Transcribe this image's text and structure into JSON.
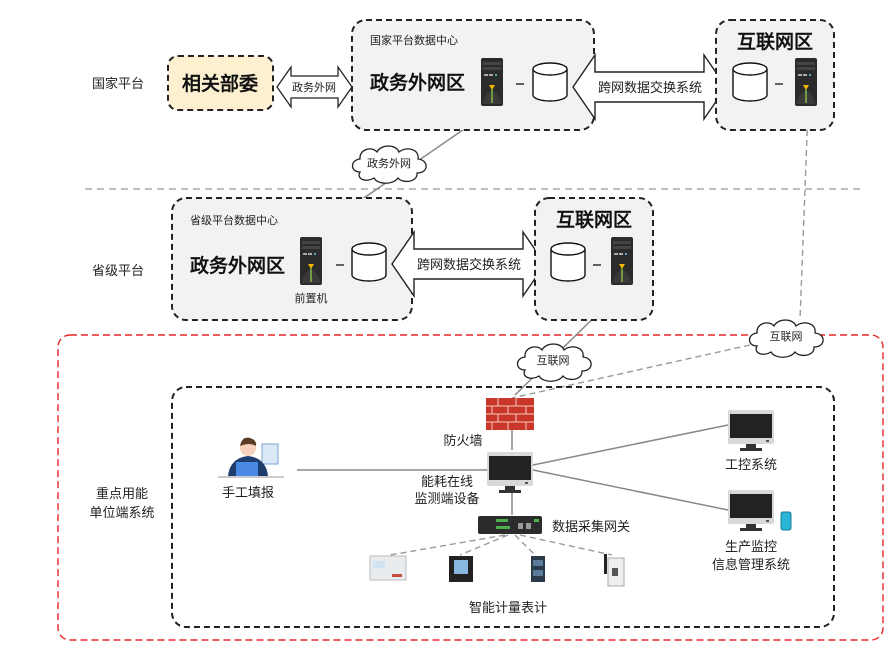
{
  "levels": {
    "national": "国家平台",
    "provincial": "省级平台",
    "unit": [
      "重点用能",
      "单位端系统"
    ]
  },
  "national": {
    "ministry": "相关部委",
    "ministry_link": "政务外网",
    "dc_title": "国家平台数据中心",
    "gov_zone": "政务外网区",
    "exchange": "跨网数据交换系统",
    "internet_zone": "互联网区",
    "cloud": "政务外网"
  },
  "provincial": {
    "dc_title": "省级平台数据中心",
    "gov_zone": "政务外网区",
    "front_server": "前置机",
    "exchange": "跨网数据交换系统",
    "internet_zone": "互联网区"
  },
  "unit": {
    "cloud_left": "互联网",
    "cloud_right": "互联网",
    "firewall": "防火墙",
    "monitor_device": [
      "能耗在线",
      "监测端设备"
    ],
    "manual": "手工填报",
    "gateway": "数据采集网关",
    "meters": "智能计量表计",
    "ics": "工控系统",
    "production": [
      "生产监控",
      "信息管理系统"
    ]
  },
  "colors": {
    "ministry_fill": "#fdf0d0",
    "zone_fill": "#f2f2f2",
    "red_boundary": "#e8262a",
    "firewall": "#c9372a"
  }
}
